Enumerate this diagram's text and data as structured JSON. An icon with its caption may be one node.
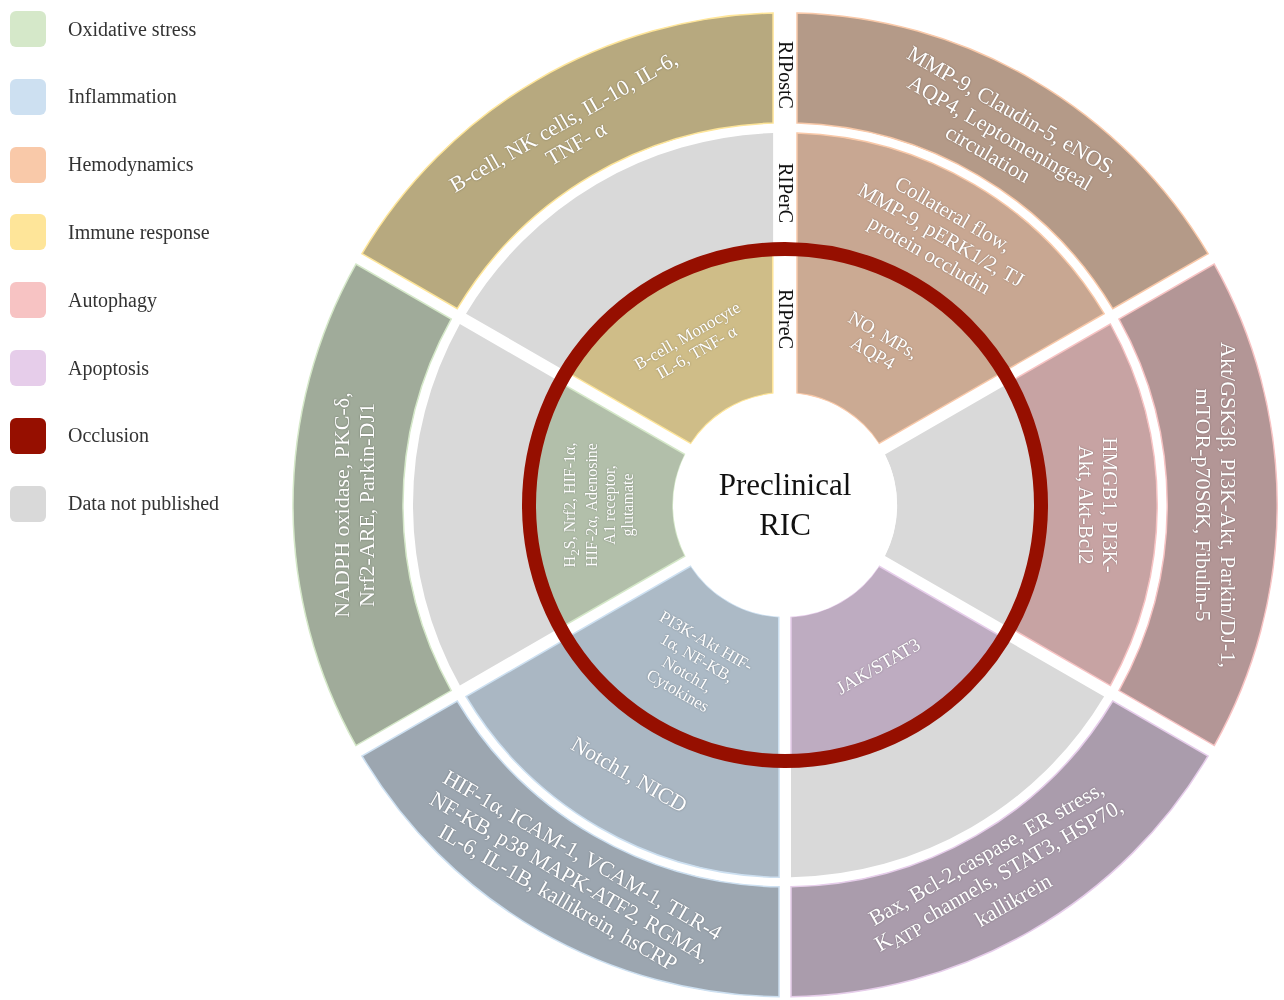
{
  "diagram": {
    "nodes": [
      {
        "text": [
          "MMP-9, Claudin-5, eNOS, AQP4, Leptomeningeal circulation"
        ]
      },
      {
        "text": [
          "Akt/GSK3β, PI3K-Akt, Parkin/DJ-1, mTOR-p70S6K, Fibulin-5"
        ]
      },
      {
        "text": [
          "Bax, Bcl-2,caspase, ER stress, K$_{ATP}$ channels, STAT3, HSP70, kallikrein"
        ]
      },
      {
        "text": [
          "HIF-1α, ICAM-1, VCAM-1, TLR-4 NF-KB, p38 MAPK-ATF2, RGMA, IL-6, IL-1B, kallikrein, hsCRP"
        ]
      },
      {
        "text": [
          "NADPH oxidase, PKC-δ, Nrf2-ARE, Parkin-DJ1"
        ]
      },
      {
        "text": [
          "B-cell, NK cells, IL-10, IL-6, TNF- α"
        ]
      },
      {
        "text": [
          "Collateral flow, MMP-9, pERK1/2, TJ protein occludin"
        ]
      },
      {
        "text": [
          "HMGB1, PI3K-Akt, Akt-Bcl2"
        ]
      },
      {
        "text": [],
        "shape": "sector"
      },
      {
        "text": [
          "Notch1, NICD"
        ]
      },
      {
        "text": [],
        "shape": "sector"
      },
      {
        "text": [],
        "shape": "sector"
      },
      {
        "text": [
          "NO, MPs, AQP4"
        ]
      },
      {
        "text": [],
        "shape": "sector"
      },
      {
        "text": [
          "JAK/STAT3"
        ]
      },
      {
        "text": [
          "PI3K-Akt HIF-1α, NF-KB, Notch1, Cytokines"
        ]
      },
      {
        "text": [
          "H$_{2}$S, Nrf2, HIF-1α, HIF-2α, Adenosine A1 receptor, glutamate"
        ]
      },
      {
        "text": [
          "B-cell, Monocyte IL-6, TNF- α"
        ]
      },
      {
        "text": [
          "Preclinical RIC"
        ]
      }
    ],
    "labels": [
      "RIPostC",
      "RIPerC",
      "RIPreC"
    ],
    "legend": [
      {
        "text": "Oxidative stress",
        "color": "#d5e8c9"
      },
      {
        "text": "Inflammation",
        "color": "#cde0f1"
      },
      {
        "text": "Hemodynamics",
        "color": "#f9c9a9"
      },
      {
        "text": "Immune response",
        "color": "#fee599"
      },
      {
        "text": "Autophagy",
        "color": "#f7c3c3"
      },
      {
        "text": "Apoptosis",
        "color": "#e6cdea"
      },
      {
        "text": "Occlusion",
        "color": "#960f00"
      },
      {
        "text": "Data not published",
        "color": "#d9d9d9"
      }
    ]
  }
}
